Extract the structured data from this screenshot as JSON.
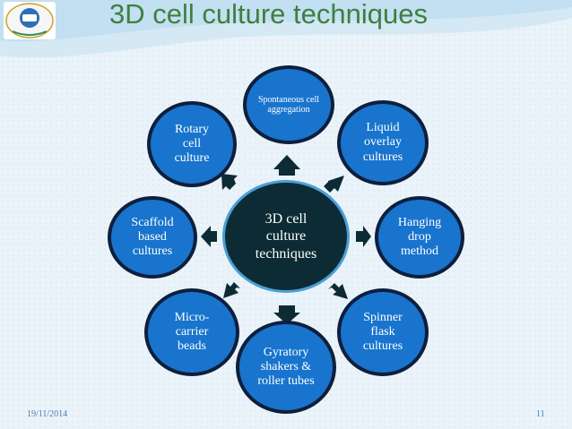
{
  "slide": {
    "title": "3D cell culture techniques",
    "center": "3D cell culture techniques",
    "nodes": [
      {
        "id": "spontaneous",
        "label": "Spontaneous cell aggregation"
      },
      {
        "id": "liquid",
        "label": "Liquid overlay cultures"
      },
      {
        "id": "hanging",
        "label": "Hanging drop method"
      },
      {
        "id": "spinner",
        "label": "Spinner flask cultures"
      },
      {
        "id": "gyratory",
        "label": "Gyratory shakers & roller tubes"
      },
      {
        "id": "micro",
        "label": "Micro-carrier beads"
      },
      {
        "id": "scaffold",
        "label": "Scaffold based cultures"
      },
      {
        "id": "rotary",
        "label": "Rotary cell culture"
      }
    ],
    "footer": {
      "date": "19/11/2014",
      "page": "11"
    }
  },
  "colors": {
    "node_fill": "#1874cd",
    "node_border": "#0e1f3c",
    "center_fill": "#0d2b34",
    "center_border": "#4aa0d6",
    "title": "#3f7f3f",
    "arrow": "#0d2b34"
  }
}
